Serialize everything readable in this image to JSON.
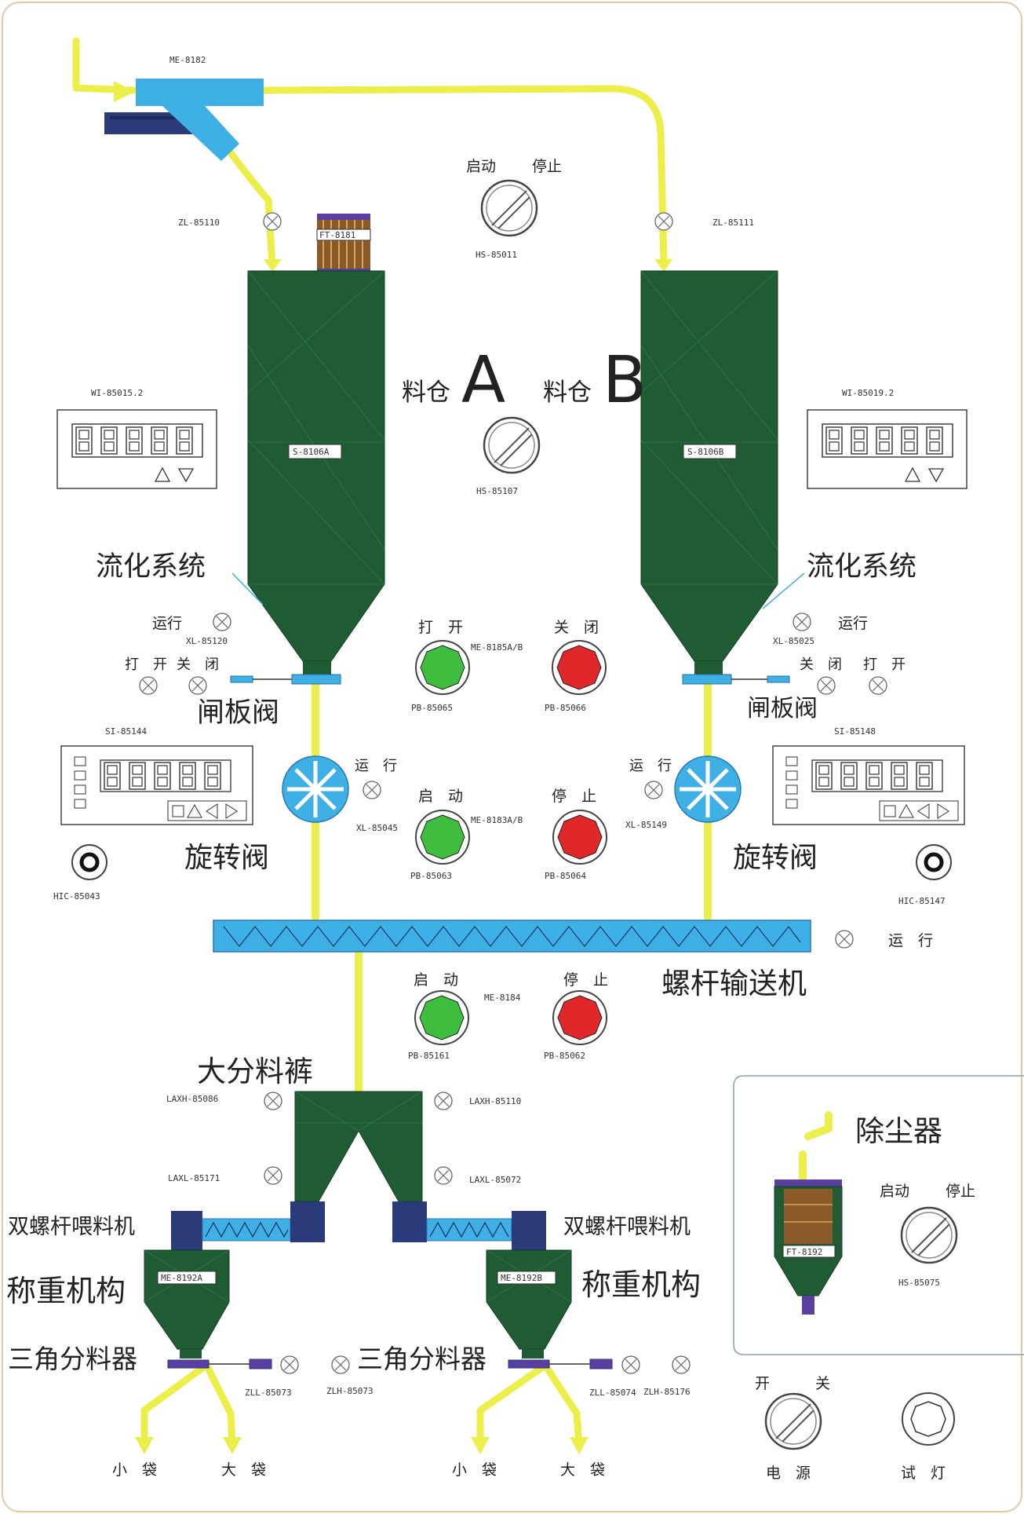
{
  "colors": {
    "silo": "#1f5b33",
    "pipe": "#ecef4a",
    "conveyor": "#3fb0e6",
    "start_button": "#3fbd3f",
    "stop_button": "#e0282a",
    "motor": "#2b3a78",
    "filter": "#8a5a2a",
    "frame": "#e5c8a8"
  },
  "icons": {
    "rotary_valve": "rotary-valve-icon",
    "indicator_lamp": "indicator-lamp-icon",
    "selector_switch": "selector-switch-icon",
    "push_button": "push-button-icon",
    "screw_conveyor": "screw-conveyor-icon"
  },
  "top": {
    "feed_tag": "ME-8182",
    "left_zl_tag": "ZL-85110",
    "right_zl_tag": "ZL-85111",
    "filter_tag": "FT-8181",
    "switch_top": {
      "left": "启动",
      "right": "停止",
      "tag": "HS-85011"
    }
  },
  "silo_a": {
    "prefix": "料仓",
    "letter": "A",
    "tag": "S-8106A",
    "display_tag": "WI-85015.2",
    "fluidization": "流化系统",
    "run": "运行",
    "run_tag": "XL-85120",
    "open": "打　开",
    "close": "关　闭",
    "gate_valve": "闸板阀",
    "si_tag": "SI-85144",
    "rotary_run": "运　行",
    "rotary_tag": "XL-85045",
    "rotary_valve": "旋转阀",
    "hic_tag": "HIC-85043"
  },
  "silo_b": {
    "prefix": "料仓",
    "letter": "B",
    "tag": "S-8106B",
    "display_tag": "WI-85019.2",
    "fluidization": "流化系统",
    "run": "运行",
    "run_tag": "XL-85025",
    "close": "关　闭",
    "open": "打　开",
    "gate_valve": "闸板阀",
    "si_tag": "SI-85148",
    "rotary_run": "运　行",
    "rotary_tag": "XL-85149",
    "rotary_valve": "旋转阀",
    "hic_tag": "HIC-85147"
  },
  "center": {
    "switch_mid_tag": "HS-85107",
    "open": "打　开",
    "close": "关　闭",
    "gate_tag": "ME-8185A/B",
    "pb_open": "PB-85065",
    "pb_close": "PB-85066",
    "start": "启　动",
    "stop": "停　止",
    "rot_tag": "ME-8183A/B",
    "pb_start": "PB-85063",
    "pb_stop": "PB-85064"
  },
  "conveyor": {
    "label": "螺杆输送机",
    "run": "运　行",
    "start": "启　动",
    "stop": "停　止",
    "tag": "ME-8184",
    "pb_start": "PB-85161",
    "pb_stop": "PB-85062"
  },
  "splitter": {
    "label": "大分料裤",
    "laxh_left": "LAXH-85086",
    "laxh_right": "LAXH-85110",
    "laxl_left": "LAXL-85171",
    "laxl_right": "LAXL-85072"
  },
  "line_a": {
    "feeder": "双螺杆喂料机",
    "weigher": "称重机构",
    "weigher_tag": "ME-8192A",
    "triangle": "三角分料器",
    "zll_tag": "ZLL-85073",
    "zlh_tag": "ZLH-85073",
    "small_bag": "小　袋",
    "big_bag": "大　袋"
  },
  "line_b": {
    "feeder": "双螺杆喂料机",
    "weigher": "称重机构",
    "weigher_tag": "ME-8192B",
    "triangle": "三角分料器",
    "zll_tag": "ZLL-85074",
    "zlh_tag": "ZLH-85176",
    "small_bag": "小　袋",
    "big_bag": "大　袋"
  },
  "dust": {
    "label": "除尘器",
    "filter_tag": "FT-8192",
    "start": "启动",
    "stop": "停止",
    "switch_tag": "HS-85075"
  },
  "power": {
    "on": "开",
    "off": "关",
    "label": "电　源",
    "lamp_test": "试　灯"
  }
}
